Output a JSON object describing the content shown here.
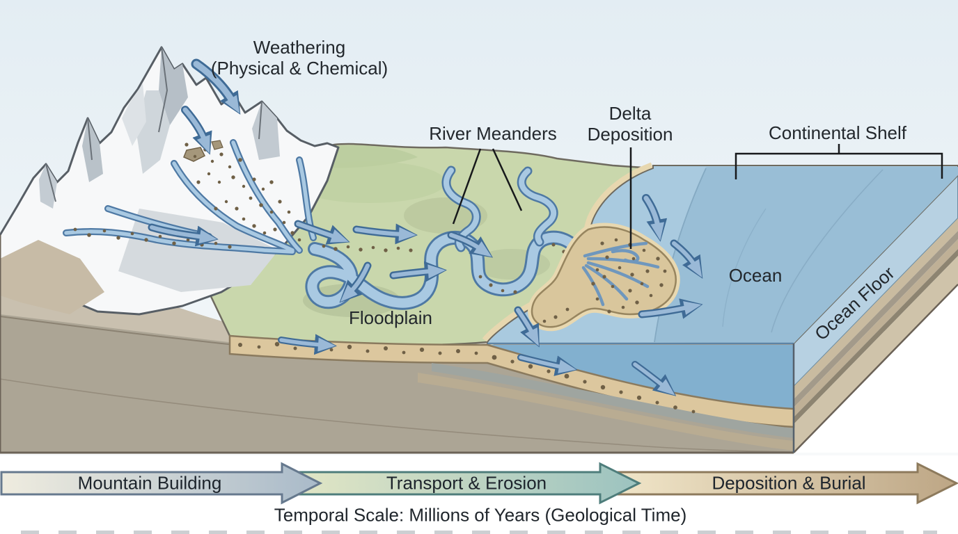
{
  "diagram": {
    "annotations": {
      "weathering": {
        "line1": "Weathering",
        "line2": "(Physical & Chemical)"
      },
      "river_meanders": "River Meanders",
      "delta_deposition": {
        "line1": "Delta",
        "line2": "Deposition"
      },
      "continental_shelf": "Continental Shelf",
      "ocean": "Ocean",
      "ocean_floor": "Ocean Floor",
      "floodplain": "Floodplain"
    },
    "timeline": {
      "stages": [
        {
          "label": "Mountain Building"
        },
        {
          "label": "Transport & Erosion"
        },
        {
          "label": "Deposition & Burial"
        }
      ],
      "caption": "Temporal Scale: Millions of Years (Geological Time)"
    },
    "colors": {
      "sky_top": "#e3edf3",
      "mountain_gray": "#c3cbd2",
      "land_green": "#c9d7ac",
      "sediment_tan": "#dcc79e",
      "river_blue": "#a9c9e2",
      "flow_arrow_blue": "#9ab9d7",
      "ocean_blue": "#a9cadf",
      "ocean_front_blue": "#82b0cf",
      "ocean_floor_blue": "#b7d1e2",
      "strata_tan": "#c9bba0",
      "timeline_arrow1_start": "#efecdf",
      "timeline_arrow1_end": "#a9bac9",
      "timeline_arrow2_start": "#e2e6c5",
      "timeline_arrow2_end": "#9cc3c0",
      "timeline_arrow3_start": "#f1e6c9",
      "timeline_arrow3_end": "#bda685",
      "label_text": "#22272c"
    }
  }
}
